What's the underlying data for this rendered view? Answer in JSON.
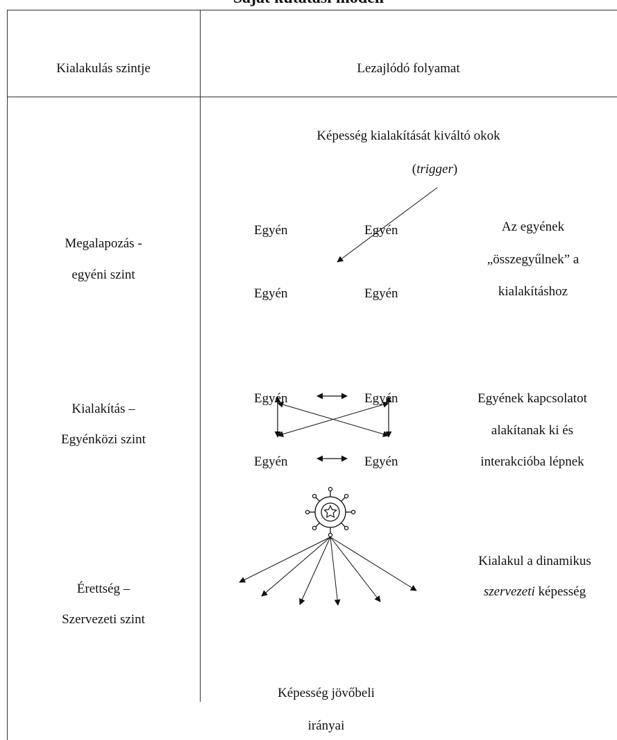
{
  "figure": {
    "title": "Saját kutatási modell"
  },
  "headers": {
    "level": "Kialakulás szintje",
    "process": "Lezajlódó folyamat"
  },
  "rows": [
    {
      "level_line1": "Megalapozás -",
      "level_line2": "egyéni szint",
      "trigger_line1": "Képesség kialakítását kiváltó okok",
      "trigger_open": "(",
      "trigger_italic": "trigger",
      "trigger_close": ")",
      "individuals": [
        "Egyén",
        "Egyén",
        "Egyén",
        "Egyén"
      ],
      "desc_line1": "Az egyének",
      "desc_line2": "„összegyűlnek” a",
      "desc_line3": "kialakításhoz"
    },
    {
      "level_line1": "Kialakítás –",
      "level_line2": "Egyénközi szint",
      "individuals": [
        "Egyén",
        "Egyén",
        "Egyén",
        "Egyén"
      ],
      "desc_line1": "Egyének kapcsolatot",
      "desc_line2": "alakítanak ki és",
      "desc_line3": "interakcióba lépnek"
    },
    {
      "level_line1": "Érettség –",
      "level_line2": "Szervezeti szint",
      "desc_line1": "Kialakul a dinamikus",
      "desc_line2_italic": "szervezeti",
      "desc_line2_rest": " képesség",
      "hub_icon": "star-hub-icon",
      "future_line1": "Képesség jövőbeli",
      "future_line2": "irányai"
    }
  ]
}
